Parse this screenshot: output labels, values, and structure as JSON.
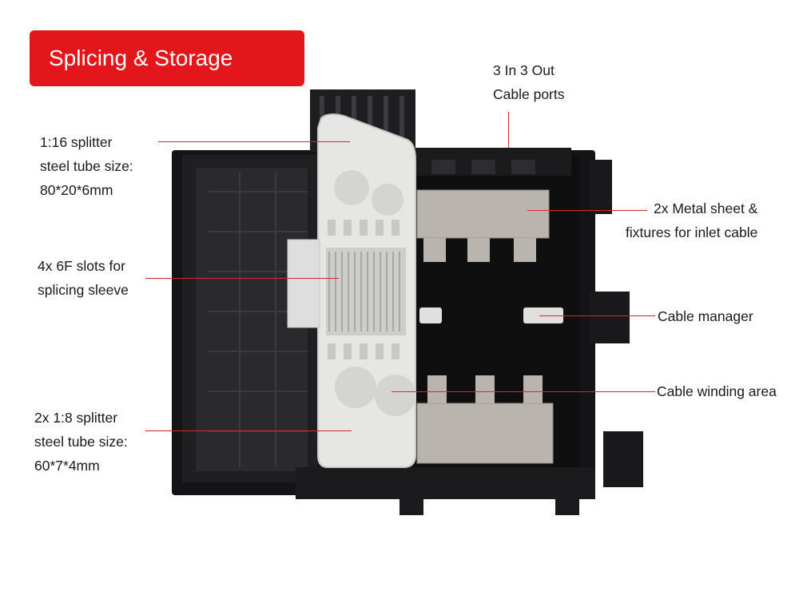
{
  "banner": {
    "title": "Splicing & Storage",
    "color": "#e3161c"
  },
  "labels": {
    "splitter16": {
      "line1": "1:16 splitter",
      "line2": "steel tube size:",
      "line3": "80*20*6mm"
    },
    "slots": {
      "line1": "4x 6F slots for",
      "line2": "splicing sleeve"
    },
    "splitter8": {
      "line1": "2x 1:8 splitter",
      "line2": "steel tube size:",
      "line3": "60*7*4mm"
    },
    "ports": {
      "line1": "3 In 3 Out",
      "line2": "Cable ports"
    },
    "metal": {
      "line1": "2x Metal sheet &",
      "line2": "fixtures for inlet cable"
    },
    "manager": {
      "line1": "Cable manager"
    },
    "winding": {
      "line1": "Cable winding area"
    }
  },
  "colors": {
    "leader": "#d8262b",
    "enclosure": "#1c1c1e",
    "tray": "#e6e6e4",
    "metal": "#b9b4ad"
  }
}
